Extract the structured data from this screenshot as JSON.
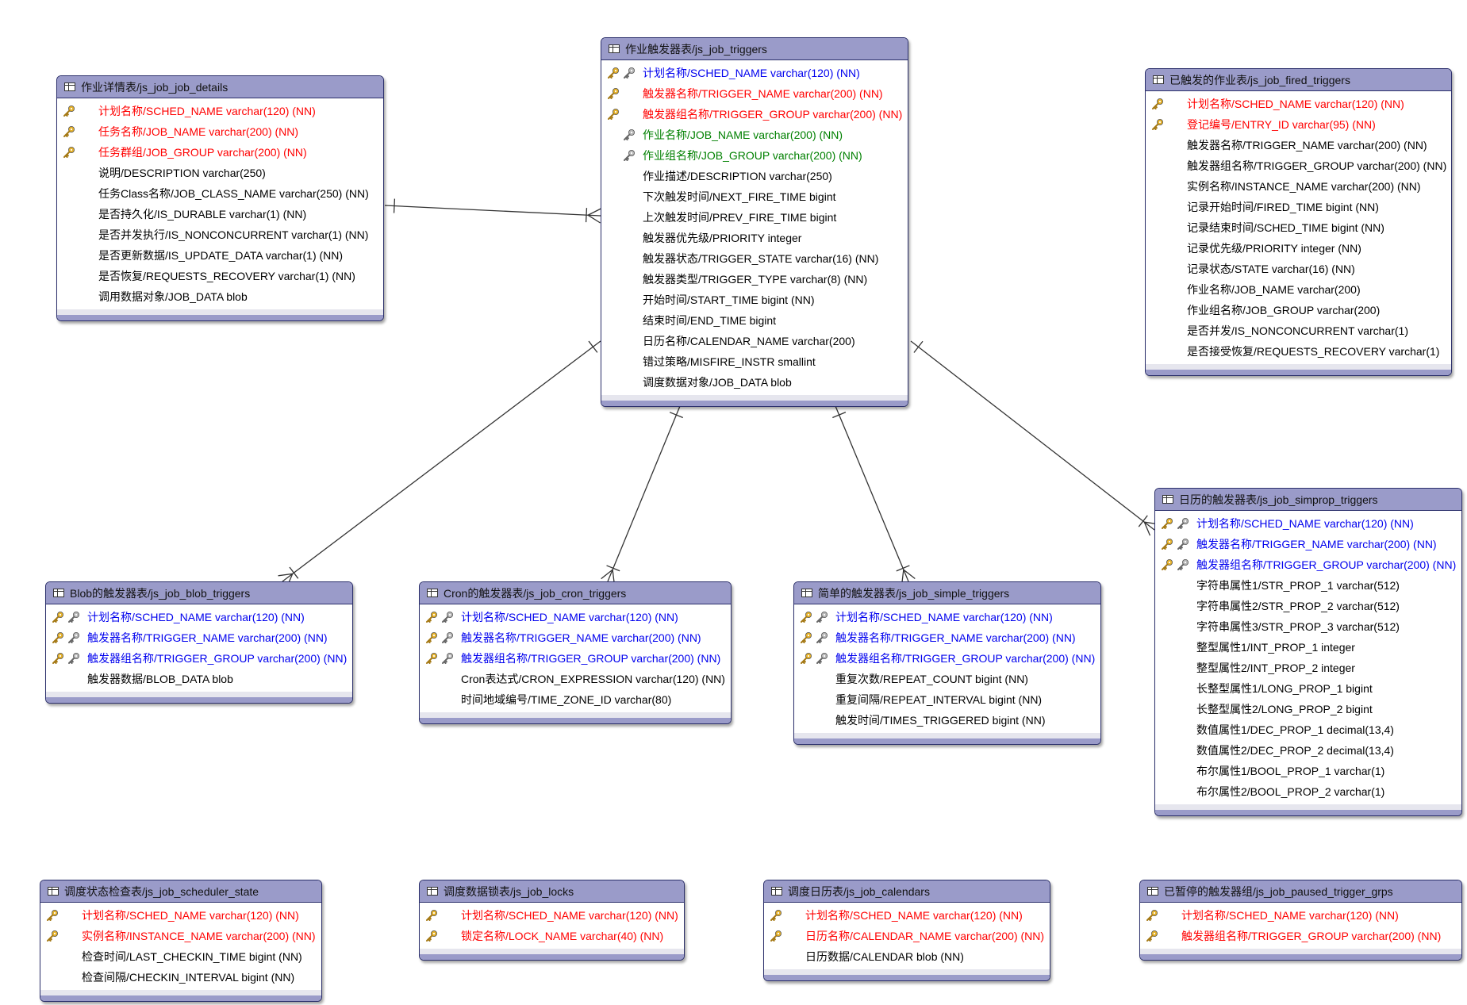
{
  "colors": {
    "header_bg": "#9a9bc9",
    "border": "#2b2f6b",
    "primary_key": "#ff0000",
    "primary_foreign_key": "#0000ee",
    "foreign_key": "#008000",
    "plain": "#000000",
    "line": "#333333"
  },
  "icon_names": {
    "table": "table-icon",
    "primary_key": "gold-key-icon",
    "foreign_key": "gray-key-icon"
  },
  "tables": [
    {
      "id": "triggers",
      "title": "作业触发器表/js_job_triggers",
      "columns": [
        {
          "text": "计划名称/SCHED_NAME varchar(120) (NN)",
          "kind": "pkfk"
        },
        {
          "text": "触发器名称/TRIGGER_NAME varchar(200) (NN)",
          "kind": "pk"
        },
        {
          "text": "触发器组名称/TRIGGER_GROUP varchar(200) (NN)",
          "kind": "pk"
        },
        {
          "text": "作业名称/JOB_NAME varchar(200) (NN)",
          "kind": "fk"
        },
        {
          "text": "作业组名称/JOB_GROUP varchar(200) (NN)",
          "kind": "fk"
        },
        {
          "text": "作业描述/DESCRIPTION varchar(250)",
          "kind": "plain"
        },
        {
          "text": "下次触发时间/NEXT_FIRE_TIME bigint",
          "kind": "plain"
        },
        {
          "text": "上次触发时间/PREV_FIRE_TIME bigint",
          "kind": "plain"
        },
        {
          "text": "触发器优先级/PRIORITY integer",
          "kind": "plain"
        },
        {
          "text": "触发器状态/TRIGGER_STATE varchar(16) (NN)",
          "kind": "plain"
        },
        {
          "text": "触发器类型/TRIGGER_TYPE varchar(8) (NN)",
          "kind": "plain"
        },
        {
          "text": "开始时间/START_TIME bigint (NN)",
          "kind": "plain"
        },
        {
          "text": "结束时间/END_TIME bigint",
          "kind": "plain"
        },
        {
          "text": "日历名称/CALENDAR_NAME varchar(200)",
          "kind": "plain"
        },
        {
          "text": "错过策略/MISFIRE_INSTR smallint",
          "kind": "plain"
        },
        {
          "text": "调度数据对象/JOB_DATA blob",
          "kind": "plain"
        }
      ]
    },
    {
      "id": "job_details",
      "title": "作业详情表/js_job_job_details",
      "columns": [
        {
          "text": "计划名称/SCHED_NAME varchar(120) (NN)",
          "kind": "pk"
        },
        {
          "text": "任务名称/JOB_NAME varchar(200) (NN)",
          "kind": "pk"
        },
        {
          "text": "任务群组/JOB_GROUP varchar(200) (NN)",
          "kind": "pk"
        },
        {
          "text": "说明/DESCRIPTION varchar(250)",
          "kind": "plain"
        },
        {
          "text": "任务Class名称/JOB_CLASS_NAME varchar(250) (NN)",
          "kind": "plain"
        },
        {
          "text": "是否持久化/IS_DURABLE varchar(1) (NN)",
          "kind": "plain"
        },
        {
          "text": "是否并发执行/IS_NONCONCURRENT varchar(1) (NN)",
          "kind": "plain"
        },
        {
          "text": "是否更新数据/IS_UPDATE_DATA varchar(1) (NN)",
          "kind": "plain"
        },
        {
          "text": "是否恢复/REQUESTS_RECOVERY varchar(1) (NN)",
          "kind": "plain"
        },
        {
          "text": "调用数据对象/JOB_DATA blob",
          "kind": "plain"
        }
      ]
    },
    {
      "id": "fired_triggers",
      "title": "已触发的作业表/js_job_fired_triggers",
      "columns": [
        {
          "text": "计划名称/SCHED_NAME varchar(120) (NN)",
          "kind": "pk"
        },
        {
          "text": "登记编号/ENTRY_ID varchar(95) (NN)",
          "kind": "pk"
        },
        {
          "text": "触发器名称/TRIGGER_NAME varchar(200) (NN)",
          "kind": "plain"
        },
        {
          "text": "触发器组名称/TRIGGER_GROUP varchar(200) (NN)",
          "kind": "plain"
        },
        {
          "text": "实例名称/INSTANCE_NAME varchar(200) (NN)",
          "kind": "plain"
        },
        {
          "text": "记录开始时间/FIRED_TIME bigint (NN)",
          "kind": "plain"
        },
        {
          "text": "记录结束时间/SCHED_TIME bigint (NN)",
          "kind": "plain"
        },
        {
          "text": "记录优先级/PRIORITY integer (NN)",
          "kind": "plain"
        },
        {
          "text": "记录状态/STATE varchar(16) (NN)",
          "kind": "plain"
        },
        {
          "text": "作业名称/JOB_NAME varchar(200)",
          "kind": "plain"
        },
        {
          "text": "作业组名称/JOB_GROUP varchar(200)",
          "kind": "plain"
        },
        {
          "text": "是否并发/IS_NONCONCURRENT varchar(1)",
          "kind": "plain"
        },
        {
          "text": "是否接受恢复/REQUESTS_RECOVERY varchar(1)",
          "kind": "plain"
        }
      ]
    },
    {
      "id": "simprop_triggers",
      "title": "日历的触发器表/js_job_simprop_triggers",
      "columns": [
        {
          "text": "计划名称/SCHED_NAME varchar(120) (NN)",
          "kind": "pkfk"
        },
        {
          "text": "触发器名称/TRIGGER_NAME varchar(200) (NN)",
          "kind": "pkfk"
        },
        {
          "text": "触发器组名称/TRIGGER_GROUP varchar(200) (NN)",
          "kind": "pkfk"
        },
        {
          "text": "字符串属性1/STR_PROP_1 varchar(512)",
          "kind": "plain"
        },
        {
          "text": "字符串属性2/STR_PROP_2 varchar(512)",
          "kind": "plain"
        },
        {
          "text": "字符串属性3/STR_PROP_3 varchar(512)",
          "kind": "plain"
        },
        {
          "text": "整型属性1/INT_PROP_1 integer",
          "kind": "plain"
        },
        {
          "text": "整型属性2/INT_PROP_2 integer",
          "kind": "plain"
        },
        {
          "text": "长整型属性1/LONG_PROP_1 bigint",
          "kind": "plain"
        },
        {
          "text": "长整型属性2/LONG_PROP_2 bigint",
          "kind": "plain"
        },
        {
          "text": "数值属性1/DEC_PROP_1 decimal(13,4)",
          "kind": "plain"
        },
        {
          "text": "数值属性2/DEC_PROP_2 decimal(13,4)",
          "kind": "plain"
        },
        {
          "text": "布尔属性1/BOOL_PROP_1 varchar(1)",
          "kind": "plain"
        },
        {
          "text": "布尔属性2/BOOL_PROP_2 varchar(1)",
          "kind": "plain"
        }
      ]
    },
    {
      "id": "blob_triggers",
      "title": "Blob的触发器表/js_job_blob_triggers",
      "columns": [
        {
          "text": "计划名称/SCHED_NAME varchar(120) (NN)",
          "kind": "pkfk"
        },
        {
          "text": "触发器名称/TRIGGER_NAME varchar(200) (NN)",
          "kind": "pkfk"
        },
        {
          "text": "触发器组名称/TRIGGER_GROUP varchar(200) (NN)",
          "kind": "pkfk"
        },
        {
          "text": "触发器数据/BLOB_DATA blob",
          "kind": "plain"
        }
      ]
    },
    {
      "id": "cron_triggers",
      "title": "Cron的触发器表/js_job_cron_triggers",
      "columns": [
        {
          "text": "计划名称/SCHED_NAME varchar(120) (NN)",
          "kind": "pkfk"
        },
        {
          "text": "触发器名称/TRIGGER_NAME varchar(200) (NN)",
          "kind": "pkfk"
        },
        {
          "text": "触发器组名称/TRIGGER_GROUP varchar(200) (NN)",
          "kind": "pkfk"
        },
        {
          "text": "Cron表达式/CRON_EXPRESSION varchar(120) (NN)",
          "kind": "plain"
        },
        {
          "text": "时间地域编号/TIME_ZONE_ID varchar(80)",
          "kind": "plain"
        }
      ]
    },
    {
      "id": "simple_triggers",
      "title": "简单的触发器表/js_job_simple_triggers",
      "columns": [
        {
          "text": "计划名称/SCHED_NAME varchar(120) (NN)",
          "kind": "pkfk"
        },
        {
          "text": "触发器名称/TRIGGER_NAME varchar(200) (NN)",
          "kind": "pkfk"
        },
        {
          "text": "触发器组名称/TRIGGER_GROUP varchar(200) (NN)",
          "kind": "pkfk"
        },
        {
          "text": "重复次数/REPEAT_COUNT bigint (NN)",
          "kind": "plain"
        },
        {
          "text": "重复间隔/REPEAT_INTERVAL bigint (NN)",
          "kind": "plain"
        },
        {
          "text": "触发时间/TIMES_TRIGGERED bigint (NN)",
          "kind": "plain"
        }
      ]
    },
    {
      "id": "scheduler_state",
      "title": "调度状态检查表/js_job_scheduler_state",
      "columns": [
        {
          "text": "计划名称/SCHED_NAME varchar(120) (NN)",
          "kind": "pk"
        },
        {
          "text": "实例名称/INSTANCE_NAME varchar(200) (NN)",
          "kind": "pk"
        },
        {
          "text": "检查时间/LAST_CHECKIN_TIME bigint (NN)",
          "kind": "plain"
        },
        {
          "text": "检查间隔/CHECKIN_INTERVAL bigint (NN)",
          "kind": "plain"
        }
      ]
    },
    {
      "id": "locks",
      "title": "调度数据锁表/js_job_locks",
      "columns": [
        {
          "text": "计划名称/SCHED_NAME varchar(120) (NN)",
          "kind": "pk"
        },
        {
          "text": "锁定名称/LOCK_NAME varchar(40) (NN)",
          "kind": "pk"
        }
      ]
    },
    {
      "id": "calendars",
      "title": "调度日历表/js_job_calendars",
      "columns": [
        {
          "text": "计划名称/SCHED_NAME varchar(120) (NN)",
          "kind": "pk"
        },
        {
          "text": "日历名称/CALENDAR_NAME varchar(200) (NN)",
          "kind": "pk"
        },
        {
          "text": "日历数据/CALENDAR blob (NN)",
          "kind": "plain"
        }
      ]
    },
    {
      "id": "paused_trigger_grps",
      "title": "已暂停的触发器组/js_job_paused_trigger_grps",
      "columns": [
        {
          "text": "计划名称/SCHED_NAME varchar(120) (NN)",
          "kind": "pk"
        },
        {
          "text": "触发器组名称/TRIGGER_GROUP varchar(200) (NN)",
          "kind": "pk"
        }
      ]
    }
  ],
  "relationships": [
    {
      "from": "job_details",
      "to": "triggers",
      "type": "one-to-many"
    },
    {
      "from": "triggers",
      "to": "blob_triggers",
      "type": "one-to-many"
    },
    {
      "from": "triggers",
      "to": "cron_triggers",
      "type": "one-to-many"
    },
    {
      "from": "triggers",
      "to": "simple_triggers",
      "type": "one-to-many"
    },
    {
      "from": "triggers",
      "to": "simprop_triggers",
      "type": "one-to-many"
    }
  ]
}
